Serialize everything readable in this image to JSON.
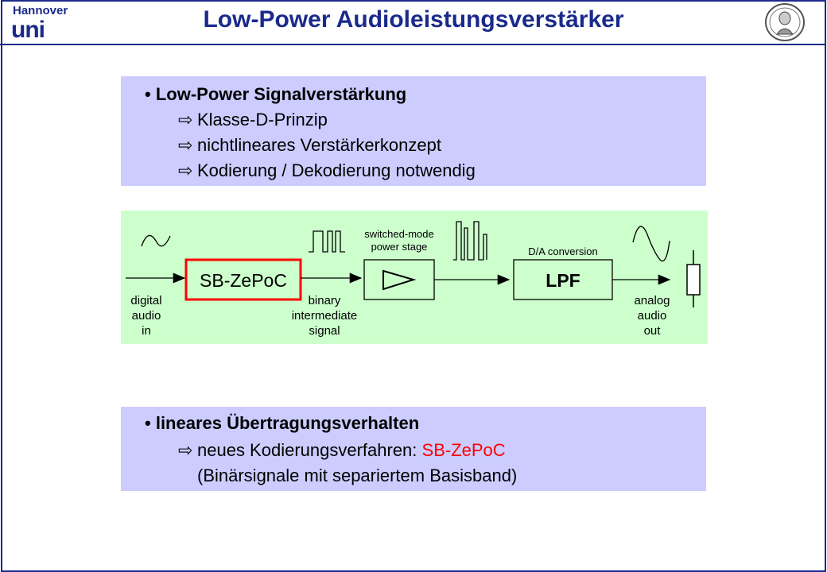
{
  "header": {
    "logo_top": "Hannover",
    "logo_bottom": "uni",
    "title": "Low-Power Audioleistungsverstärker"
  },
  "box1": {
    "bullet": "Low-Power Signalverstärkung",
    "items": [
      "Klasse-D-Prinzip",
      "nichtlineares Verstärkerkonzept",
      "Kodierung / Dekodierung notwendig"
    ]
  },
  "diagram": {
    "block1": "SB-ZePoC",
    "block2_label": "switched-mode power stage",
    "block2_label_l1": "switched-mode",
    "block2_label_l2": "power stage",
    "block3": "LPF",
    "block3_label": "D/A conversion",
    "in_label": [
      "digital",
      "audio",
      "in"
    ],
    "mid_label": [
      "binary",
      "intermediate",
      "signal"
    ],
    "out_label": [
      "analog",
      "audio",
      "out"
    ],
    "colors": {
      "block1_border": "#ff0000",
      "background": "#ccffcc"
    }
  },
  "box3": {
    "bullet": "lineares Übertragungsverhalten",
    "item_prefix": "neues Kodierungsverfahren: ",
    "item_highlight": "SB-ZePoC",
    "item2": "(Binärsignale mit separiertem Basisband)"
  },
  "colors": {
    "title": "#1a2a8c",
    "box": "#ccccff",
    "highlight": "#ff0000"
  }
}
